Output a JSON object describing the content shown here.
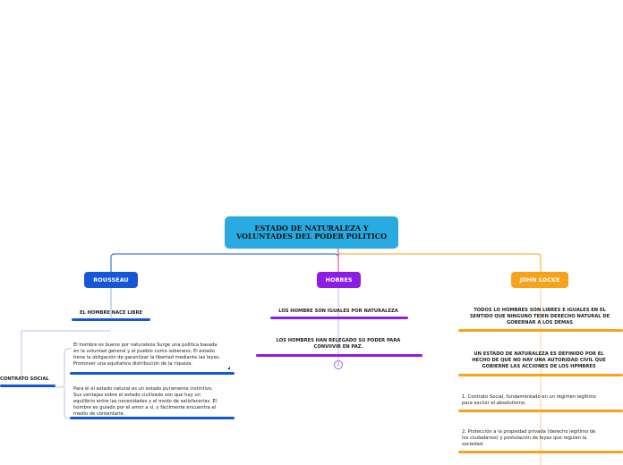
{
  "root": {
    "line1": "ESTADO DE NATURALEZA Y",
    "line2": "VOLUNTADES DEL PODER POLITICO"
  },
  "rousseau": {
    "label": "ROUSSEAU",
    "nace_libre": "EL HOMBRE NACE LIBRE",
    "contrato": "CONTRATO SOCIAL",
    "para1": "El hombre es bueno por naturaleza Surge una política basada\nen la voluntad general y el pueblo como soberano; El estado\ntiene la obligación de garantizar la libertad mediante las leyes.\nPromover una equitativa distribución de la riqueza.",
    "para2": "Para él el estado natural es un estado puramente instintivo.\nSus ventajas sobre el estado civilizado son que hay un\nequilibrio entre las necesidades y el modo de satisfacerlas. El\nhombre es guiado por el amor a sí, y fácilmente encuentra el\nmedio de contentarle."
  },
  "hobbes": {
    "label": "HOBBES",
    "item1": "LOS HOMBRE SON IGUALES POR NATURALEZA",
    "item2": "LOS HOMBRES HAN RELEGADO SU PODER PARA\nCONVIIVIR EN PAZ.",
    "badge": "2"
  },
  "locke": {
    "label": "JOHN LOCKE",
    "item1": "TODOS LO HOMBRES SON LIBRES E IGUALES EN EL\nSENTIDO QUE NINGUNO TEIEN DERECHO NATURAL DE\nGOBERNAR A LOS DEMAS",
    "item2": "UN ESTADO DE NATURALEZA ES DEFINIDO POR EL\nHECHO DE QUE NO HAY UNA AUTORIDAD CIVIL QUE\nGOBIERNE LAS ACCIONES DE LOS HPMBRES",
    "item3": "1.      Contrato Social, fundamentado en un régimen legítimo\npara excluir el absolutismo.",
    "item4": "2.      Protección a la propiedad privada (derecho legítimo de\nlos ciudadanos) y postulación de leyes que regulen la\nsociedad."
  },
  "colors": {
    "root": "#29abe2",
    "rousseau": "#1756d8",
    "hobbes": "#8d1de3",
    "locke": "#f7a21b"
  }
}
